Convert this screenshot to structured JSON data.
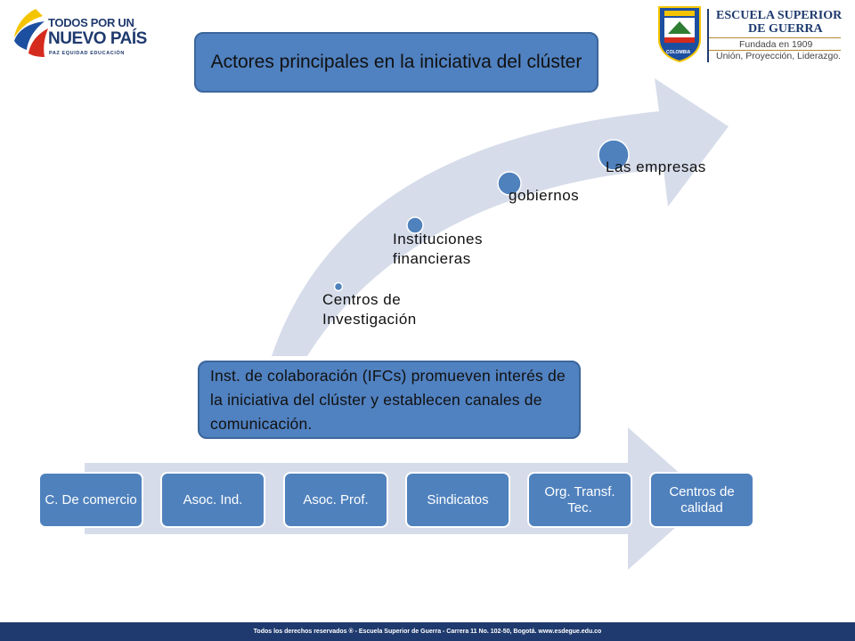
{
  "title": "Actores principales en la iniciativa del clúster",
  "actors": [
    {
      "label": "Centros de Investigación"
    },
    {
      "label": "Instituciones financieras"
    },
    {
      "label": "gobiernos"
    },
    {
      "label": "Las empresas"
    }
  ],
  "info": "Inst. de colaboración (IFCs) promueven interés de la iniciativa del clúster y establecen canales de comunicación.",
  "process_steps": [
    {
      "label": "C. De comercio"
    },
    {
      "label": "Asoc. Ind."
    },
    {
      "label": "Asoc. Prof."
    },
    {
      "label": "Sindicatos"
    },
    {
      "label": "Org. Transf. Tec."
    },
    {
      "label": "Centros de calidad"
    }
  ],
  "logo_left": {
    "line1": "TODOS POR UN",
    "line2": "NUEVO PAÍS",
    "tagline": "PAZ  EQUIDAD  EDUCACIÓN"
  },
  "logo_right": {
    "name1": "ESCUELA SUPERIOR",
    "name2": "DE GUERRA",
    "founded": "Fundada en 1909",
    "motto": "Unión, Proyección, Liderazgo.",
    "shield_text": "COLOMBIA"
  },
  "footer": "Todos los derechos reservados ® - Escuela Superior de Guerra - Carrera 11 No. 102-50, Bogotá. www.esdegue.edu.co",
  "colors": {
    "primary_blue": "#4f81bd",
    "arrow_light": "#d6dcea",
    "footer": "#1f3a6e",
    "col_yellow": "#f5c400",
    "col_blue": "#1d4fa0",
    "col_red": "#d52b1e"
  }
}
